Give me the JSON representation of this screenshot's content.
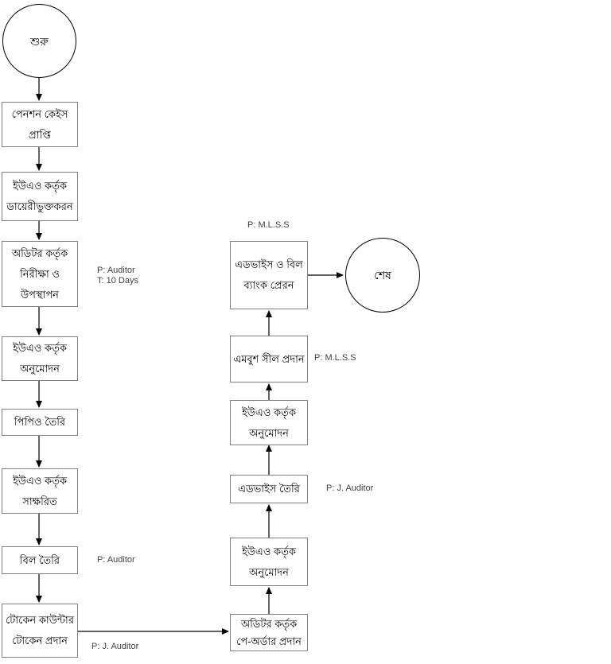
{
  "colors": {
    "background": "#ffffff",
    "box_border": "#7f7f7f",
    "terminator_border": "#000000",
    "arrow": "#000000",
    "step_text": "#000000",
    "annotation_text": "#404040"
  },
  "flowchart": {
    "start": {
      "label": "শুরু"
    },
    "end": {
      "label": "শেষ"
    },
    "steps": {
      "pension_case_receipt": "পেনশন কেইস প্রাপ্তি",
      "uao_diary_entry": "ইউএও কর্তৃক ডায়েরীভুক্তকরন",
      "auditor_review_presentation": "অডিটর কর্তৃক নিরীক্ষা ও উপস্থাপন",
      "uao_approval_1": "ইউএও কর্তৃক অনুমোদন",
      "ppo_preparation": "পিপিও তৈরি",
      "uao_signature": "ইউএও কর্তৃক সাক্ষরিত",
      "bill_preparation": "বিল তৈরি",
      "token_counter_token_issue": "টোকেন কাউন্টার টোকেন প্রদান",
      "auditor_pay_order_issue": "অডিটর কর্তৃক পে-অর্ডার প্রদান",
      "uao_approval_2": "ইউএও কর্তৃক অনুমোদন",
      "advice_preparation": "এডভাইস তৈরি",
      "uao_approval_3": "ইউএও কর্তৃক অনুমোদন",
      "emboss_seal_issue": "এমবুশ সীল প্রদান",
      "advice_bill_bank_dispatch": "এডভাইস ও বিল ব্যাংক প্রেরন"
    },
    "annotations": {
      "auditor_review_note": "P: Auditor\nT: 10 Days",
      "bill_preparation_note": "P: Auditor",
      "token_counter_note": "P: J. Auditor",
      "advice_preparation_note": "P: J. Auditor",
      "emboss_seal_note": "P: M.L.S.S",
      "bank_dispatch_note": "P: M.L.S.S"
    }
  }
}
